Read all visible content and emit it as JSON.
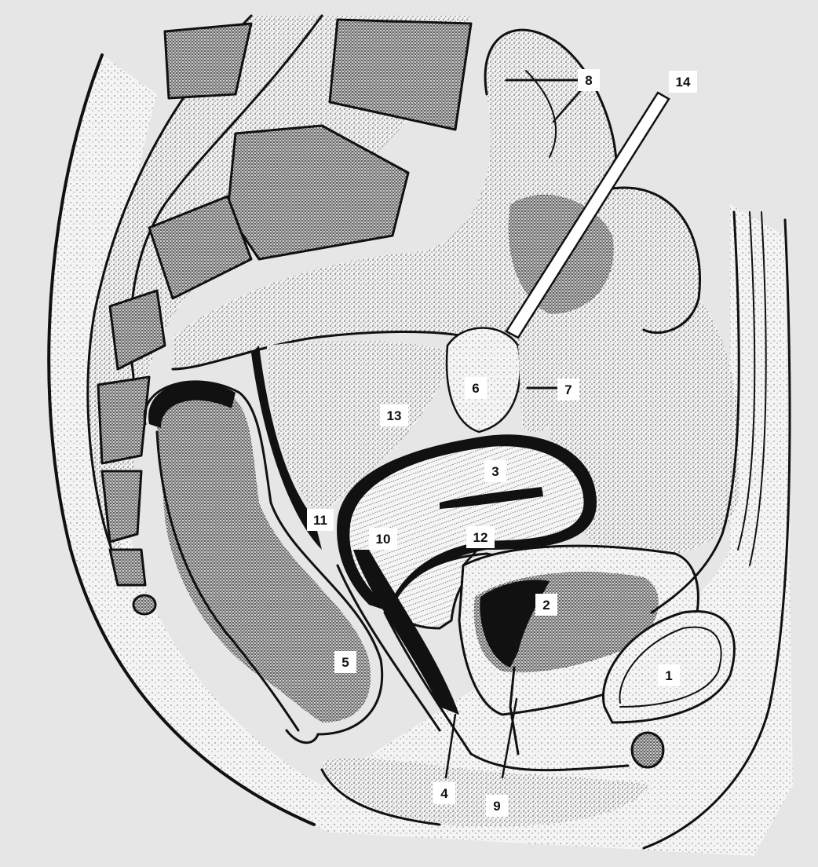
{
  "figure": {
    "labels": {
      "l1": "1",
      "l2": "2",
      "l3": "3",
      "l4": "4",
      "l5": "5",
      "l6": "6",
      "l7": "7",
      "l8": "8",
      "l9": "9",
      "l10": "10",
      "l11": "11",
      "l12": "12",
      "l13": "13",
      "l14": "14"
    }
  }
}
